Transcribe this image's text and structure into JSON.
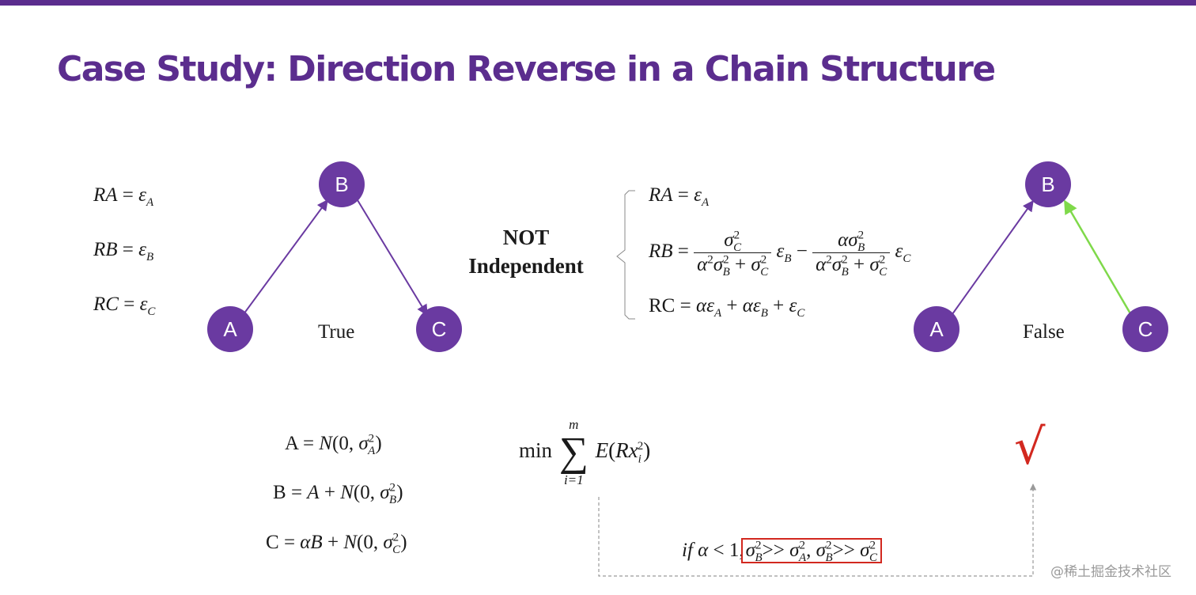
{
  "slide": {
    "title": "Case Study: Direction Reverse in a Chain Structure",
    "watermark": "@稀土掘金技术社区"
  },
  "left_graph": {
    "equations": {
      "ra_lhs": "RA",
      "ra_rhs": "ε",
      "ra_sub": "A",
      "rb_lhs": "RB",
      "rb_rhs": "ε",
      "rb_sub": "B",
      "rc_lhs": "RC",
      "rc_rhs": "ε",
      "rc_sub": "C"
    },
    "nodes": {
      "a": "A",
      "b": "B",
      "c": "C"
    },
    "caption": "True",
    "edge_color": "#6a3aa1"
  },
  "middle": {
    "not_line1": "NOT",
    "not_line2": "Independent",
    "ra": {
      "lhs": "RA",
      "rhs": "ε",
      "sub": "A"
    },
    "rb": {
      "lhs": "RB",
      "frac1_num_sym": "σ",
      "frac1_num_sub": "C",
      "frac1_num_sup": "2",
      "frac1_den_a": "α",
      "frac1_den_a_sup": "2",
      "frac1_den_s1": "σ",
      "frac1_den_s1_sub": "B",
      "frac1_den_s1_sup": "2",
      "frac1_den_s2": "σ",
      "frac1_den_s2_sub": "C",
      "frac1_den_s2_sup": "2",
      "term1": "ε",
      "term1_sub": "B",
      "frac2_num_a": "α",
      "frac2_num_sym": "σ",
      "frac2_num_sub": "B",
      "frac2_num_sup": "2",
      "frac2_den_a": "α",
      "frac2_den_a_sup": "2",
      "frac2_den_s1": "σ",
      "frac2_den_s1_sub": "B",
      "frac2_den_s1_sup": "2",
      "frac2_den_s2": "σ",
      "frac2_den_s2_sub": "C",
      "frac2_den_s2_sup": "2",
      "term2": "ε",
      "term2_sub": "C"
    },
    "rc": {
      "lhs": "RC",
      "t1": "αε",
      "t1_sub": "A",
      "t2": "αε",
      "t2_sub": "B",
      "t3": "ε",
      "t3_sub": "C"
    }
  },
  "right_graph": {
    "nodes": {
      "a": "A",
      "b": "B",
      "c": "C"
    },
    "caption": "False",
    "edge_ab_color": "#6a3aa1",
    "edge_cb_color": "#7fd94a"
  },
  "generation": {
    "a_lhs": "A",
    "a_n": "N",
    "a_zero": "0",
    "a_sym": "σ",
    "a_sub": "A",
    "a_sup": "2",
    "b_lhs": "B",
    "b_var": "A",
    "b_n": "N",
    "b_zero": "0",
    "b_sym": "σ",
    "b_sub": "B",
    "b_sup": "2",
    "c_lhs": "C",
    "c_coef": "αB",
    "c_n": "N",
    "c_zero": "0",
    "c_sym": "σ",
    "c_sub": "C",
    "c_sup": "2"
  },
  "objective": {
    "min": "min",
    "upper": "m",
    "lower": "i=1",
    "sigma": "∑",
    "expect": "E",
    "r": "Rx",
    "r_sub": "i",
    "r_sup": "2"
  },
  "condition": {
    "if": "if",
    "alpha": "α",
    "lt": "< 1,",
    "s1": "σ",
    "s1_sub": "B",
    "s1_sup": "2",
    "gg1": ">>",
    "s2": "σ",
    "s2_sub": "A",
    "s2_sup": "2",
    "comma": ",",
    "s3": "σ",
    "s3_sub": "B",
    "s3_sup": "2",
    "gg2": ">>",
    "s4": "σ",
    "s4_sub": "C",
    "s4_sup": "2",
    "box_color": "#d2281f"
  },
  "check_mark": "√"
}
